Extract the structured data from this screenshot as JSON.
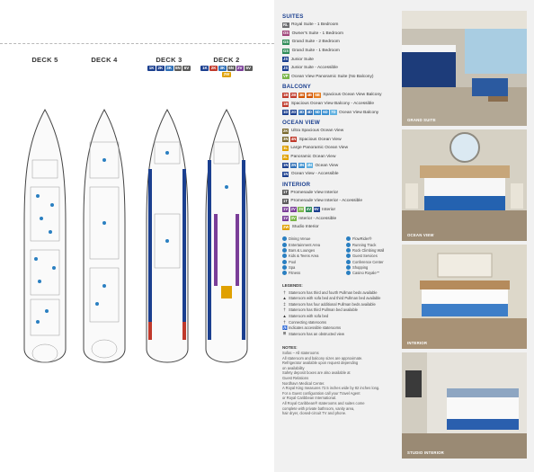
{
  "decks": [
    {
      "name": "DECK 5",
      "codes": []
    },
    {
      "name": "DECK 4",
      "codes": []
    },
    {
      "name": "DECK 3",
      "codes": [
        {
          "label": "1K",
          "color": "#1b3f8f"
        },
        {
          "label": "2K",
          "color": "#1b3f8f"
        },
        {
          "label": "3K",
          "color": "#2f6fb6"
        },
        {
          "label": "6N",
          "color": "#5b5b5b"
        },
        {
          "label": "6V",
          "color": "#5b5b5b"
        }
      ]
    },
    {
      "name": "DECK 2",
      "codes": [
        {
          "label": "1K",
          "color": "#1b3f8f"
        },
        {
          "label": "2K",
          "color": "#c0392b"
        },
        {
          "label": "3K",
          "color": "#2f6fb6"
        },
        {
          "label": "6N",
          "color": "#5b5b5b"
        },
        {
          "label": "2V",
          "color": "#7a3e98"
        },
        {
          "label": "6V",
          "color": "#5b5b5b"
        },
        {
          "label": "2W",
          "color": "#e0a100"
        }
      ]
    }
  ],
  "sections": [
    {
      "title": "SUITES",
      "rows": [
        {
          "badges": [
            {
              "t": "RL",
              "c": "#6d6e71"
            }
          ],
          "label": "Royal Suite - 1 Bedroom"
        },
        {
          "badges": [
            {
              "t": "OS",
              "c": "#a0457a"
            }
          ],
          "label": "Owner's Suite - 1 Bedroom"
        },
        {
          "badges": [
            {
              "t": "GS",
              "c": "#2e8b57"
            }
          ],
          "label": "Grand Suite - 2 Bedroom"
        },
        {
          "badges": [
            {
              "t": "GS",
              "c": "#2e8b57"
            }
          ],
          "label": "Grand Suite - 1 Bedroom"
        },
        {
          "badges": [
            {
              "t": "JS",
              "c": "#1b3f8f"
            }
          ],
          "label": "Junior Suite"
        },
        {
          "badges": [
            {
              "t": "JS",
              "c": "#1b3f8f"
            }
          ],
          "label": "Junior Suite - Accessible"
        },
        {
          "badges": [
            {
              "t": "VP",
              "c": "#7ab648"
            }
          ],
          "label": "Ocean View Panoramic Suite (No Balcony)"
        }
      ]
    },
    {
      "title": "BALCONY",
      "rows": [
        {
          "badges": [
            {
              "t": "1B",
              "c": "#c0392b"
            },
            {
              "t": "2B",
              "c": "#c0392b"
            },
            {
              "t": "3B",
              "c": "#d35400"
            },
            {
              "t": "4B",
              "c": "#d35400"
            },
            {
              "t": "6B",
              "c": "#e67e22"
            }
          ],
          "label": "Spacious Ocean View Balcony"
        },
        {
          "badges": [
            {
              "t": "1B",
              "c": "#c0392b"
            }
          ],
          "label": "Spacious Ocean View Balcony - Accessible"
        },
        {
          "badges": [
            {
              "t": "1D",
              "c": "#1b3f8f"
            },
            {
              "t": "2D",
              "c": "#1b3f8f"
            },
            {
              "t": "3D",
              "c": "#2f6fb6"
            },
            {
              "t": "4D",
              "c": "#2f6fb6"
            },
            {
              "t": "5D",
              "c": "#3a8fd0"
            },
            {
              "t": "6D",
              "c": "#3a8fd0"
            },
            {
              "t": "7D",
              "c": "#5fb0e0"
            }
          ],
          "label": "Ocean View Balcony"
        }
      ]
    },
    {
      "title": "OCEAN VIEW",
      "rows": [
        {
          "badges": [
            {
              "t": "2K",
              "c": "#7a6a2f"
            }
          ],
          "label": "Ultra Spacious Ocean View"
        },
        {
          "badges": [
            {
              "t": "3N",
              "c": "#7a6a2f"
            },
            {
              "t": "4N",
              "c": "#c0392b"
            }
          ],
          "label": "Spacious Ocean View"
        },
        {
          "badges": [
            {
              "t": "1L",
              "c": "#e0a100"
            }
          ],
          "label": "Large Panoramic Ocean View"
        },
        {
          "badges": [
            {
              "t": "2L",
              "c": "#e0a100"
            }
          ],
          "label": "Panoramic Ocean View"
        },
        {
          "badges": [
            {
              "t": "1N",
              "c": "#1b3f8f"
            },
            {
              "t": "2N",
              "c": "#2f6fb6"
            },
            {
              "t": "3N",
              "c": "#3a8fd0"
            },
            {
              "t": "4N",
              "c": "#5fb0e0"
            }
          ],
          "label": "Ocean View"
        },
        {
          "badges": [
            {
              "t": "1N",
              "c": "#1b3f8f"
            }
          ],
          "label": "Ocean View - Accessible"
        }
      ]
    },
    {
      "title": "INTERIOR",
      "rows": [
        {
          "badges": [
            {
              "t": "1T",
              "c": "#5b5b5b"
            }
          ],
          "label": "Promenade View Interior"
        },
        {
          "badges": [
            {
              "t": "1T",
              "c": "#5b5b5b"
            }
          ],
          "label": "Promenade View Interior - Accessible"
        },
        {
          "badges": [
            {
              "t": "1V",
              "c": "#7a3e98"
            },
            {
              "t": "2V",
              "c": "#7a3e98"
            },
            {
              "t": "3V",
              "c": "#7ab648"
            },
            {
              "t": "4V",
              "c": "#2e8b57"
            },
            {
              "t": "6V",
              "c": "#1b3f8f"
            }
          ],
          "label": "Interior"
        },
        {
          "badges": [
            {
              "t": "1V",
              "c": "#7a3e98"
            },
            {
              "t": "3V",
              "c": "#7ab648"
            }
          ],
          "label": "Interior - Accessible"
        },
        {
          "badges": [
            {
              "t": "2W",
              "c": "#e0a100"
            }
          ],
          "label": "Studio Interior"
        }
      ]
    }
  ],
  "amenities": [
    "Dining Venue",
    "FlowRider®",
    "Entertainment Area",
    "Running Track",
    "Bars & Lounges",
    "Rock Climbing Wall",
    "Kids & Teens Area",
    "Guest Services",
    "Pool",
    "Conference Center",
    "Spa",
    "Shopping",
    "Fitness",
    "Casino Royale℠"
  ],
  "legends_title": "LEGENDS:",
  "legends": [
    {
      "sym": "†",
      "label": "Stateroom has third and fourth Pullman beds available"
    },
    {
      "sym": "▲",
      "label": "Stateroom with sofa bed and third Pullman bed available"
    },
    {
      "sym": "‡",
      "label": "Stateroom has four additional Pullman beds available"
    },
    {
      "sym": "†",
      "label": "Stateroom has third Pullman bed available"
    },
    {
      "sym": "▲",
      "label": "Stateroom with sofa bed"
    },
    {
      "sym": "†",
      "label": "Connecting staterooms"
    },
    {
      "sym": "♿",
      "label": "Indicates accessible staterooms"
    },
    {
      "sym": "⊞",
      "label": "Stateroom has an obstructed view"
    }
  ],
  "notes_title": "NOTES:",
  "notes": [
    "Sofas – All staterooms",
    "All stateroom and balcony sizes are approximate.",
    "Refrigerator available upon request depending",
    "on availability",
    "Safety deposit boxes are also available at",
    "Guest Relations",
    "Nordhavn Medical Center.",
    "A Royal King measures 72.5 inches wide by 82 inches long.",
    "For a Guest configuration call your Travel Agent",
    "or Royal Caribbean International.",
    "All Royal Caribbean® staterooms and suites come",
    "complete with private bathroom, vanity area,",
    "hair dryer, closed-circuit TV and phone."
  ],
  "photos": [
    {
      "caption": "GRAND SUITE"
    },
    {
      "caption": "OCEAN VIEW"
    },
    {
      "caption": "INTERIOR"
    },
    {
      "caption": "STUDIO INTERIOR"
    }
  ],
  "colors": {
    "heading_blue": "#1b3f8f",
    "amenity_dot": "#2a7fc1",
    "panel_gray": "#f1f1f1"
  }
}
